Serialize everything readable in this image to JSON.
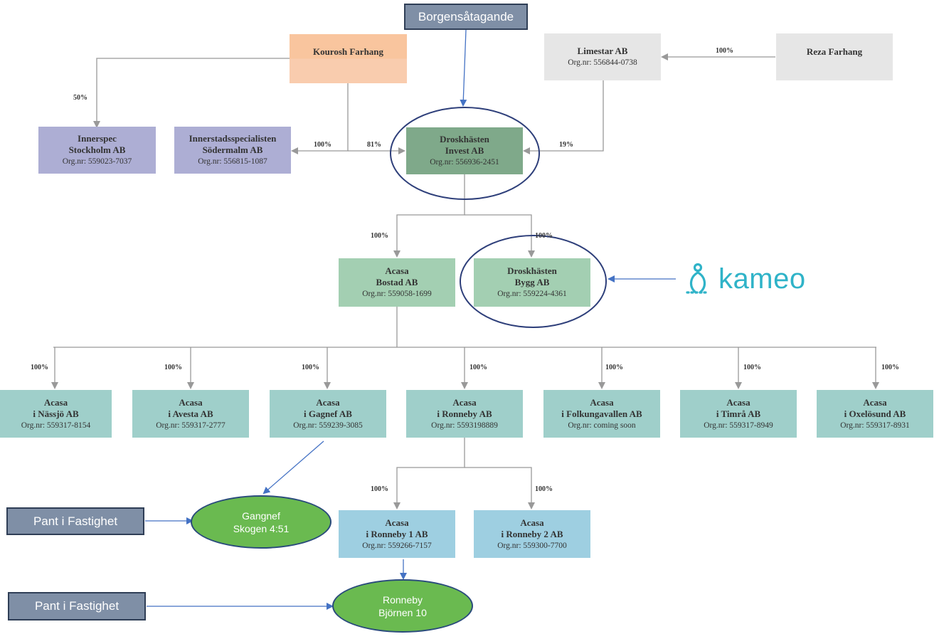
{
  "header": {
    "guarantee_label": "Borgensåtagande"
  },
  "owners": {
    "kourosh": {
      "name": "Kourosh Farhang"
    },
    "limestar": {
      "name": "Limestar AB",
      "org": "Org.nr: 556844-0738"
    },
    "reza": {
      "name": "Reza Farhang"
    }
  },
  "companies": {
    "innerspec": {
      "name1": "Innerspec",
      "name2": "Stockholm AB",
      "org": "Org.nr: 559023-7037"
    },
    "innerstad": {
      "name1": "Innerstadsspecialisten",
      "name2": "Södermalm AB",
      "org": "Org.nr: 556815-1087"
    },
    "droskhasten_invest": {
      "name1": "Droskhästen",
      "name2": "Invest AB",
      "org": "Org.nr: 556936-2451"
    },
    "acasa_bostad": {
      "name1": "Acasa",
      "name2": "Bostad AB",
      "org": "Org.nr: 559058-1699"
    },
    "droskhasten_bygg": {
      "name1": "Droskhästen",
      "name2": "Bygg AB",
      "org": "Org.nr: 559224-4361"
    },
    "nassjo": {
      "name1": "Acasa",
      "name2": "i Nässjö AB",
      "org": "Org.nr: 559317-8154"
    },
    "avesta": {
      "name1": "Acasa",
      "name2": "i Avesta AB",
      "org": "Org.nr: 559317-2777"
    },
    "gagnef": {
      "name1": "Acasa",
      "name2": "i Gagnef AB",
      "org": "Org.nr: 559239-3085"
    },
    "ronneby": {
      "name1": "Acasa",
      "name2": "i Ronneby AB",
      "org": "Org.nr: 5593198889"
    },
    "folkungavallen": {
      "name1": "Acasa",
      "name2": "i Folkungavallen AB",
      "org": "Org.nr: coming soon"
    },
    "timra": {
      "name1": "Acasa",
      "name2": "i Timrå AB",
      "org": "Org.nr: 559317-8949"
    },
    "oxelosund": {
      "name1": "Acasa",
      "name2": "i Oxelösund AB",
      "org": "Org.nr: 559317-8931"
    },
    "ronneby1": {
      "name1": "Acasa",
      "name2": "i Ronneby 1 AB",
      "org": "Org.nr: 559266-7157"
    },
    "ronneby2": {
      "name1": "Acasa",
      "name2": "i Ronneby 2 AB",
      "org": "Org.nr: 559300-7700"
    }
  },
  "percentages": {
    "kourosh_innerspec": "50%",
    "kourosh_innerstad": "100%",
    "kourosh_invest": "81%",
    "reza_limestar": "100%",
    "limestar_invest": "19%",
    "invest_bostad": "100%",
    "invest_bygg": "100%",
    "bostad_nassjo": "100%",
    "bostad_avesta": "100%",
    "bostad_gagnef": "100%",
    "bostad_ronneby": "100%",
    "bostad_folkungavallen": "100%",
    "bostad_timra": "100%",
    "bostad_oxelosund": "100%",
    "ronneby_r1": "100%",
    "ronneby_r2": "100%"
  },
  "pledges": {
    "pledge1_label": "Pant i Fastighet",
    "pledge2_label": "Pant i Fastighet"
  },
  "properties": {
    "gagnef": {
      "line1": "Gangnef",
      "line2": "Skogen 4:51"
    },
    "ronneby": {
      "line1": "Ronneby",
      "line2": "Björnen 10"
    }
  },
  "brand": {
    "name": "kameo",
    "icon": "kameo-logo-icon",
    "color": "#2fb3c8"
  },
  "colors": {
    "owner_orange": "#f8c6a2",
    "owner_gray": "#e6e6e6",
    "purple": "#adaed4",
    "dark_green": "#7fa98a",
    "light_green": "#a3cfb2",
    "teal": "#9fcfca",
    "light_blue": "#9ecfe1",
    "property_green": "#6aba50",
    "tag_blue": "#7f8fa6",
    "connector_gray": "#999999",
    "arrow_blue": "#4472c4"
  }
}
